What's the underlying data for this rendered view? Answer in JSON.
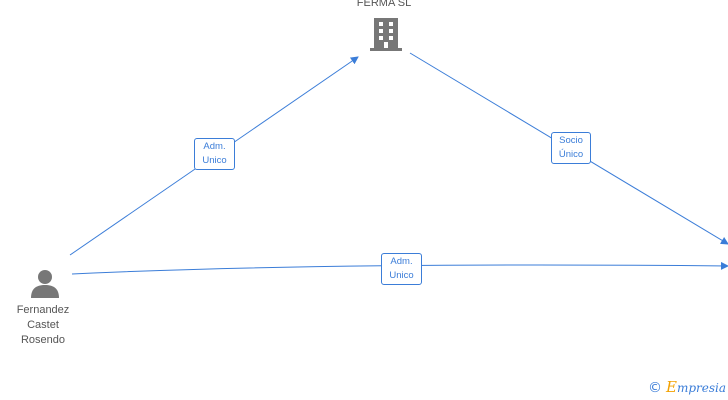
{
  "nodes": {
    "company": {
      "name": "FERMA SL",
      "icon": "building-icon"
    },
    "person": {
      "name_lines": [
        "Fernandez",
        "Castet",
        "Rosendo"
      ],
      "icon": "person-icon"
    }
  },
  "edges": {
    "person_to_company": {
      "label_lines": [
        "Adm.",
        "Unico"
      ]
    },
    "company_to_right": {
      "label_lines": [
        "Socio",
        "Único"
      ]
    },
    "person_to_right": {
      "label_lines": [
        "Adm.",
        "Unico"
      ]
    }
  },
  "footer": {
    "copyright_symbol": "©",
    "brand_initial": "E",
    "brand_rest": "mpresia"
  },
  "colors": {
    "edge": "#3b7dd8",
    "icon": "#777777",
    "text": "#555555",
    "brand_accent": "#f2a100"
  }
}
